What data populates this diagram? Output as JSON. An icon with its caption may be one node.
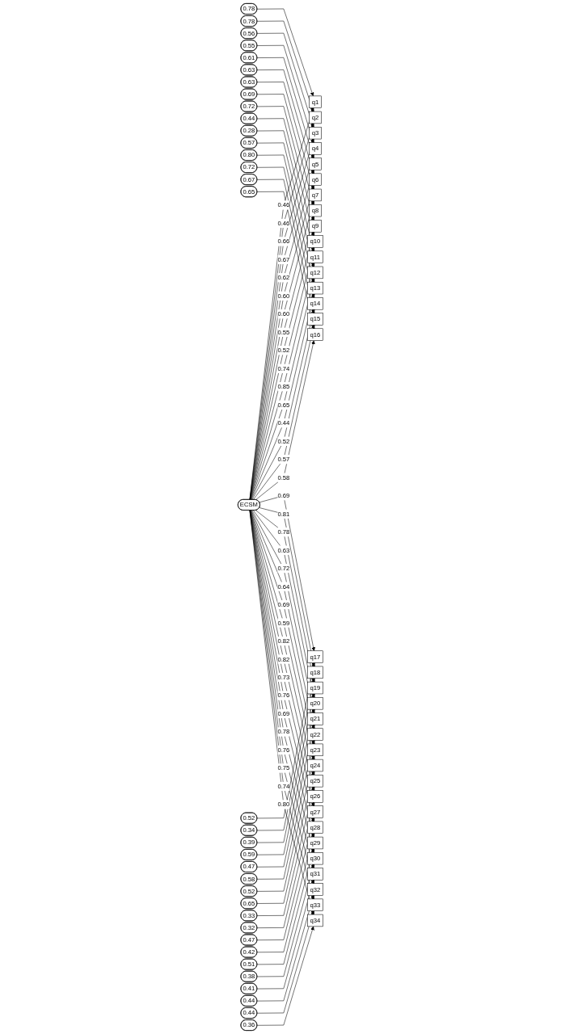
{
  "diagram": {
    "nodes": [
      {
        "text": [
          "ECSM"
        ]
      },
      {
        "text": [
          "q1"
        ]
      },
      {
        "text": [
          "0.78"
        ]
      },
      {
        "text": [
          "q2"
        ]
      },
      {
        "text": [
          "0.78"
        ]
      },
      {
        "text": [
          "q3"
        ]
      },
      {
        "text": [
          "0.56"
        ]
      },
      {
        "text": [
          "q4"
        ]
      },
      {
        "text": [
          "0.55"
        ]
      },
      {
        "text": [
          "q5"
        ]
      },
      {
        "text": [
          "0.61"
        ]
      },
      {
        "text": [
          "q6"
        ]
      },
      {
        "text": [
          "0.63"
        ]
      },
      {
        "text": [
          "q7"
        ]
      },
      {
        "text": [
          "0.63"
        ]
      },
      {
        "text": [
          "q8"
        ]
      },
      {
        "text": [
          "0.69"
        ]
      },
      {
        "text": [
          "q9"
        ]
      },
      {
        "text": [
          "0.72"
        ]
      },
      {
        "text": [
          "q10"
        ]
      },
      {
        "text": [
          "0.44"
        ]
      },
      {
        "text": [
          "q11"
        ]
      },
      {
        "text": [
          "0.28"
        ]
      },
      {
        "text": [
          "q12"
        ]
      },
      {
        "text": [
          "0.57"
        ]
      },
      {
        "text": [
          "q13"
        ]
      },
      {
        "text": [
          "0.80"
        ]
      },
      {
        "text": [
          "q14"
        ]
      },
      {
        "text": [
          "0.72"
        ]
      },
      {
        "text": [
          "q15"
        ]
      },
      {
        "text": [
          "0.67"
        ]
      },
      {
        "text": [
          "q16"
        ]
      },
      {
        "text": [
          "0.65"
        ]
      },
      {
        "text": [
          "q17"
        ]
      },
      {
        "text": [
          "0.52"
        ]
      },
      {
        "text": [
          "q18"
        ]
      },
      {
        "text": [
          "0.34"
        ]
      },
      {
        "text": [
          "q19"
        ]
      },
      {
        "text": [
          "0.39"
        ]
      },
      {
        "text": [
          "q20"
        ]
      },
      {
        "text": [
          "0.59"
        ]
      },
      {
        "text": [
          "q21"
        ]
      },
      {
        "text": [
          "0.47"
        ]
      },
      {
        "text": [
          "q22"
        ]
      },
      {
        "text": [
          "0.58"
        ]
      },
      {
        "text": [
          "q23"
        ]
      },
      {
        "text": [
          "0.52"
        ]
      },
      {
        "text": [
          "q24"
        ]
      },
      {
        "text": [
          "0.65"
        ]
      },
      {
        "text": [
          "q25"
        ]
      },
      {
        "text": [
          "0.33"
        ]
      },
      {
        "text": [
          "q26"
        ]
      },
      {
        "text": [
          "0.32"
        ]
      },
      {
        "text": [
          "q27"
        ]
      },
      {
        "text": [
          "0.47"
        ]
      },
      {
        "text": [
          "q28"
        ]
      },
      {
        "text": [
          "0.42"
        ]
      },
      {
        "text": [
          "q29"
        ]
      },
      {
        "text": [
          "0.51"
        ]
      },
      {
        "text": [
          "q30"
        ]
      },
      {
        "text": [
          "0.38"
        ]
      },
      {
        "text": [
          "q31"
        ]
      },
      {
        "text": [
          "0.41"
        ]
      },
      {
        "text": [
          "q32"
        ]
      },
      {
        "text": [
          "0.44"
        ]
      },
      {
        "text": [
          "q33"
        ]
      },
      {
        "text": [
          "0.44"
        ]
      },
      {
        "text": [
          "q34"
        ]
      },
      {
        "text": [
          "0.36"
        ]
      }
    ],
    "edges": [
      {
        "from": 0,
        "to": 1,
        "arrow": "to",
        "label": "0.46"
      },
      {
        "from": 0,
        "to": 3,
        "arrow": "to",
        "label": "0.46"
      },
      {
        "from": 0,
        "to": 5,
        "arrow": "to",
        "label": "0.66"
      },
      {
        "from": 0,
        "to": 7,
        "arrow": "to",
        "label": "0.67"
      },
      {
        "from": 0,
        "to": 9,
        "arrow": "to",
        "label": "0.62"
      },
      {
        "from": 0,
        "to": 11,
        "arrow": "to",
        "label": "0.60"
      },
      {
        "from": 0,
        "to": 13,
        "arrow": "to",
        "label": "0.60"
      },
      {
        "from": 0,
        "to": 15,
        "arrow": "to",
        "label": "0.55"
      },
      {
        "from": 0,
        "to": 17,
        "arrow": "to",
        "label": "0.52"
      },
      {
        "from": 0,
        "to": 19,
        "arrow": "to",
        "label": "0.74"
      },
      {
        "from": 0,
        "to": 21,
        "arrow": "to",
        "label": "0.85"
      },
      {
        "from": 0,
        "to": 23,
        "arrow": "to",
        "label": "0.65"
      },
      {
        "from": 0,
        "to": 25,
        "arrow": "to",
        "label": "0.44"
      },
      {
        "from": 0,
        "to": 27,
        "arrow": "to",
        "label": "0.52"
      },
      {
        "from": 0,
        "to": 29,
        "arrow": "to",
        "label": "0.57"
      },
      {
        "from": 0,
        "to": 31,
        "arrow": "to",
        "label": "0.58"
      },
      {
        "from": 0,
        "to": 33,
        "arrow": "to",
        "label": "0.69"
      },
      {
        "from": 0,
        "to": 35,
        "arrow": "to",
        "label": "0.81"
      },
      {
        "from": 0,
        "to": 37,
        "arrow": "to",
        "label": "0.78"
      },
      {
        "from": 0,
        "to": 39,
        "arrow": "to",
        "label": "0.63"
      },
      {
        "from": 0,
        "to": 41,
        "arrow": "to",
        "label": "0.72"
      },
      {
        "from": 0,
        "to": 43,
        "arrow": "to",
        "label": "0.64"
      },
      {
        "from": 0,
        "to": 45,
        "arrow": "to",
        "label": "0.69"
      },
      {
        "from": 0,
        "to": 47,
        "arrow": "to",
        "label": "0.59"
      },
      {
        "from": 0,
        "to": 49,
        "arrow": "to",
        "label": "0.82"
      },
      {
        "from": 0,
        "to": 51,
        "arrow": "to",
        "label": "0.82"
      },
      {
        "from": 0,
        "to": 53,
        "arrow": "to",
        "label": "0.73"
      },
      {
        "from": 0,
        "to": 55,
        "arrow": "to",
        "label": "0.76"
      },
      {
        "from": 0,
        "to": 57,
        "arrow": "to",
        "label": "0.69"
      },
      {
        "from": 0,
        "to": 59,
        "arrow": "to",
        "label": "0.78"
      },
      {
        "from": 0,
        "to": 61,
        "arrow": "to",
        "label": "0.76"
      },
      {
        "from": 0,
        "to": 63,
        "arrow": "to",
        "label": "0.75"
      },
      {
        "from": 0,
        "to": 65,
        "arrow": "to",
        "label": "0.74"
      },
      {
        "from": 0,
        "to": 67,
        "arrow": "to",
        "label": "0.80"
      },
      {
        "from": 2,
        "to": 1,
        "arrow": "to"
      },
      {
        "from": 4,
        "to": 3,
        "arrow": "to"
      },
      {
        "from": 6,
        "to": 5,
        "arrow": "to"
      },
      {
        "from": 8,
        "to": 7,
        "arrow": "to"
      },
      {
        "from": 10,
        "to": 9,
        "arrow": "to"
      },
      {
        "from": 12,
        "to": 11,
        "arrow": "to"
      },
      {
        "from": 14,
        "to": 13,
        "arrow": "to"
      },
      {
        "from": 16,
        "to": 15,
        "arrow": "to"
      },
      {
        "from": 18,
        "to": 17,
        "arrow": "to"
      },
      {
        "from": 20,
        "to": 19,
        "arrow": "to"
      },
      {
        "from": 22,
        "to": 21,
        "arrow": "to"
      },
      {
        "from": 24,
        "to": 23,
        "arrow": "to"
      },
      {
        "from": 26,
        "to": 25,
        "arrow": "to"
      },
      {
        "from": 28,
        "to": 27,
        "arrow": "to"
      },
      {
        "from": 30,
        "to": 29,
        "arrow": "to"
      },
      {
        "from": 32,
        "to": 31,
        "arrow": "to"
      },
      {
        "from": 34,
        "to": 33,
        "arrow": "to"
      },
      {
        "from": 36,
        "to": 35,
        "arrow": "to"
      },
      {
        "from": 38,
        "to": 37,
        "arrow": "to"
      },
      {
        "from": 40,
        "to": 39,
        "arrow": "to"
      },
      {
        "from": 42,
        "to": 41,
        "arrow": "to"
      },
      {
        "from": 44,
        "to": 43,
        "arrow": "to"
      },
      {
        "from": 46,
        "to": 45,
        "arrow": "to"
      },
      {
        "from": 48,
        "to": 47,
        "arrow": "to"
      },
      {
        "from": 50,
        "to": 49,
        "arrow": "to"
      },
      {
        "from": 52,
        "to": 51,
        "arrow": "to"
      },
      {
        "from": 54,
        "to": 53,
        "arrow": "to"
      },
      {
        "from": 56,
        "to": 55,
        "arrow": "to"
      },
      {
        "from": 58,
        "to": 57,
        "arrow": "to"
      },
      {
        "from": 60,
        "to": 59,
        "arrow": "to"
      },
      {
        "from": 62,
        "to": 61,
        "arrow": "to"
      },
      {
        "from": 64,
        "to": 63,
        "arrow": "to"
      },
      {
        "from": 66,
        "to": 65,
        "arrow": "to"
      },
      {
        "from": 68,
        "to": 67,
        "arrow": "to"
      }
    ]
  }
}
